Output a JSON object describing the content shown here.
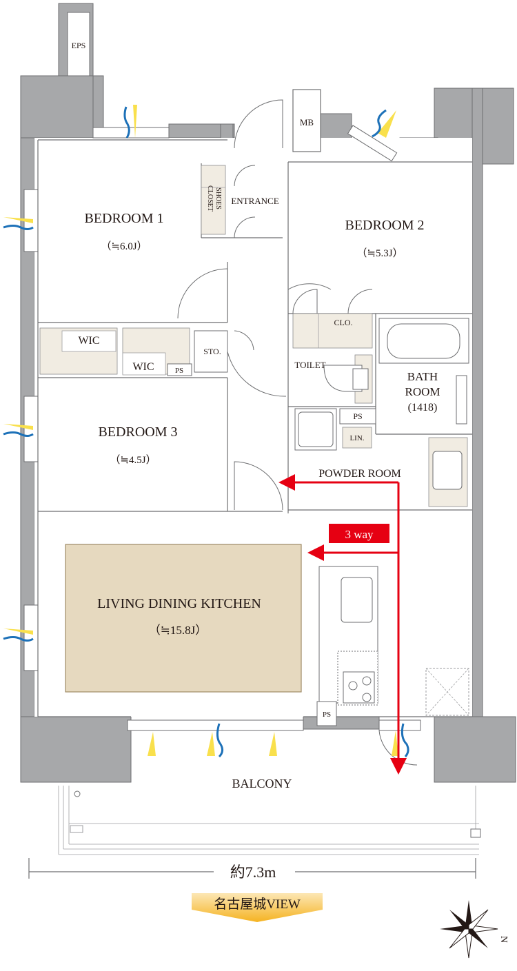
{
  "rooms": {
    "eps": "EPS",
    "mb": "MB",
    "entrance": "ENTRANCE",
    "shoes_closet": [
      "SHOES",
      "CLOSET"
    ],
    "bedroom1": {
      "name": "BEDROOM 1",
      "size": "（≒6.0J）"
    },
    "bedroom2": {
      "name": "BEDROOM 2",
      "size": "（≒5.3J）"
    },
    "bedroom3": {
      "name": "BEDROOM 3",
      "size": "（≒4.5J）"
    },
    "wic1": "WIC",
    "wic2": "WIC",
    "ps1": "PS",
    "ps2": "PS",
    "ps3": "PS",
    "sto": "STO.",
    "clo": "CLO.",
    "toilet": "TOILET",
    "bathroom": [
      "BATH",
      "ROOM",
      "(1418)"
    ],
    "lin": "LIN.",
    "powder_room": "POWDER ROOM",
    "ldk": {
      "name": "LIVING DINING KITCHEN",
      "size": "（≒15.8J）"
    },
    "balcony": "BALCONY"
  },
  "badge": "3 way",
  "dimension": "約7.3m",
  "view": "名古屋城VIEW",
  "compass": "N",
  "colors": {
    "wall": "#a7a8aa",
    "ldk_floor": "#e6d9bf",
    "ldk_border": "#9e8a66",
    "arrow": "#e60012",
    "badge_bg": "#e60012",
    "view_arrow": "#f5b321",
    "cabinet": "#f1ece2",
    "wind_yellow": "#f9e04c",
    "wind_blue": "#1d71b8"
  }
}
